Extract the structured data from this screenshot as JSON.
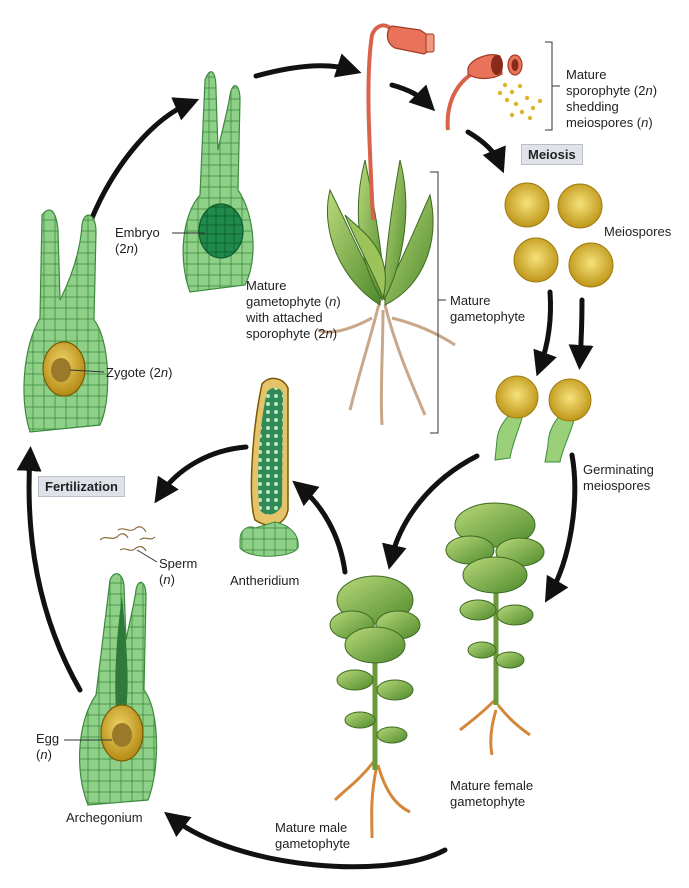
{
  "labels": {
    "mature_sporophyte": {
      "l1": "Mature",
      "l2a": "sporophyte (2",
      "l2n": "n",
      "l2b": ")",
      "l3": "shedding",
      "l4a": "meiospores (",
      "l4n": "n",
      "l4b": ")"
    },
    "meiosis": "Meiosis",
    "meiospores": "Meiospores",
    "mature_gametophyte_right": {
      "l1": "Mature",
      "l2": "gametophyte"
    },
    "mature_gametophyte_attached": {
      "l1": "Mature",
      "l2a": "gametophyte (",
      "l2n": "n",
      "l2b": ")",
      "l3": "with attached",
      "l4a": "sporophyte (2",
      "l4n": "n",
      "l4b": ")"
    },
    "embryo": {
      "l1": "Embryo",
      "l2a": "(2",
      "l2n": "n",
      "l2b": ")"
    },
    "zygote": {
      "a": "Zygote (2",
      "n": "n",
      "b": ")"
    },
    "germinating": {
      "l1": "Germinating",
      "l2": "meiospores"
    },
    "fertilization": "Fertilization",
    "sperm": {
      "l1": "Sperm",
      "l2a": "(",
      "l2n": "n",
      "l2b": ")"
    },
    "antheridium": "Antheridium",
    "egg": {
      "l1": "Egg",
      "l2a": "(",
      "l2n": "n",
      "l2b": ")"
    },
    "archegonium": "Archegonium",
    "mature_male": {
      "l1": "Mature male",
      "l2": "gametophyte"
    },
    "mature_female": {
      "l1": "Mature female",
      "l2": "gametophyte"
    }
  },
  "colors": {
    "cell_green": "#8fd089",
    "cell_outline": "#3c8a3e",
    "embryo_dark": "#1f8a4a",
    "capsule": "#e8735a",
    "spore": "#d9b62a",
    "root": "#c8a78a",
    "leaf": "#7fb04a",
    "arrow": "#111111",
    "label_box": "#dfe2e8"
  }
}
